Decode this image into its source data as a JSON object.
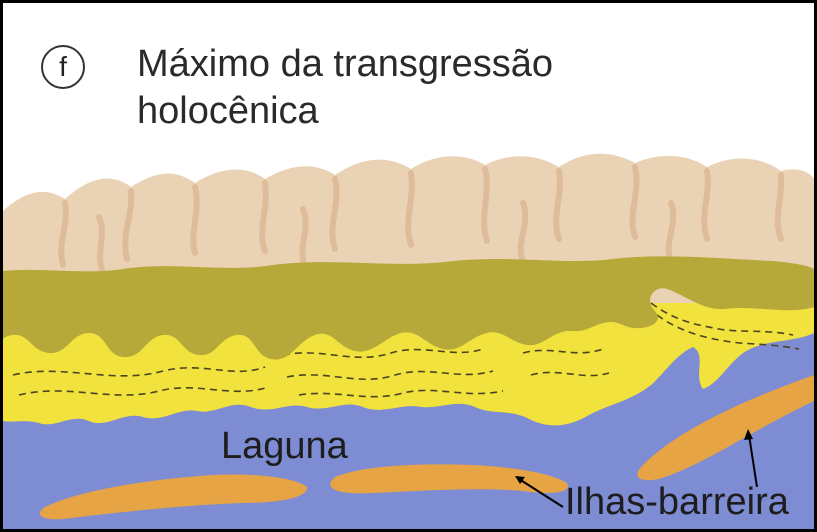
{
  "panel": {
    "badge_letter": "f",
    "title_line1": "Máximo da transgressão",
    "title_line2": "holocênica"
  },
  "labels": {
    "lagoon": "Laguna",
    "barrier_islands": "Ilhas-barreira"
  },
  "colors": {
    "sky": "#ffffff",
    "mountains": "#ead3b4",
    "mountain_shadow": "#d6ab86",
    "vegetated_plain": "#b6a839",
    "coastal_sediment": "#f1e23d",
    "lagoon_water": "#7d8cd3",
    "barrier_islands": "#e6a445",
    "outline": "#000000"
  }
}
